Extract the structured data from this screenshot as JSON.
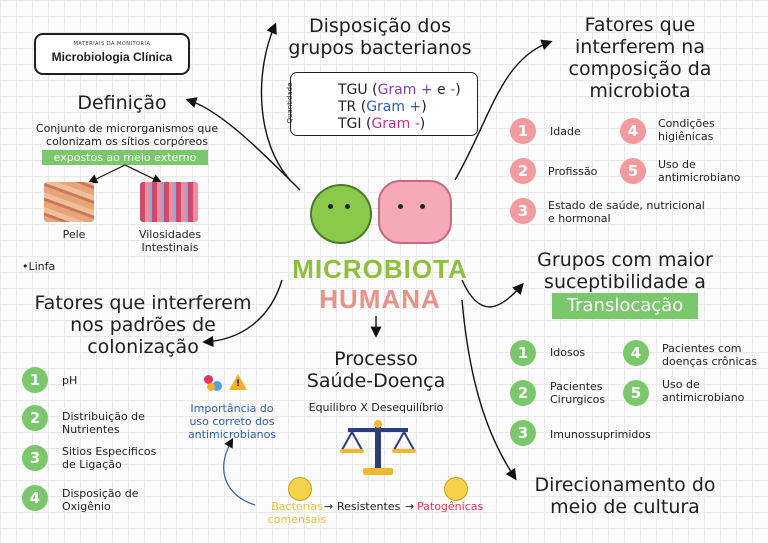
{
  "colors": {
    "green": "#7bc86c",
    "pink": "#f39a9e",
    "purple": "#7a3fb0",
    "blue": "#2e5fa8",
    "red": "#e8345a",
    "yellow": "#e6c23a"
  },
  "logo": {
    "subtitle": "MATERIAIS DA MONITORIA",
    "title": "Microbiologia Clínica"
  },
  "center": {
    "line1": "MICROBIOTA",
    "line2": "HUMANA"
  },
  "definicao": {
    "title": "Definição",
    "text": "Conjunto de microrganismos que colonizam os sítios corpóreos",
    "highlight": "expostos ao meio externo",
    "pele": "Pele",
    "vilosidades": "Vilosidades Intestinais",
    "linfa": "Linfa"
  },
  "disposicao": {
    "title_l1": "Disposição dos",
    "title_l2": "grupos bacterianos",
    "axis": "Quantidade",
    "rows": [
      {
        "code": "TGU",
        "open": " (",
        "gram": "Gram",
        "sign": " + ",
        "conj": "e",
        "neg": " -",
        "close": ")"
      },
      {
        "code": "TR",
        "open": " (",
        "gram": "Gram",
        "sign": " +",
        "conj": "",
        "neg": "",
        "close": ")"
      },
      {
        "code": "TGI",
        "open": " (",
        "gram": "Gram",
        "sign": "",
        "conj": "",
        "neg": " -",
        "close": ")"
      }
    ]
  },
  "fatores_comp": {
    "title_l1": "Fatores que",
    "title_l2": "interferem na",
    "title_l3": "composição da",
    "title_l4": "microbiota",
    "items": [
      {
        "n": "1",
        "label": "Idade"
      },
      {
        "n": "4",
        "label": "Condições higiênicas"
      },
      {
        "n": "2",
        "label": "Profissão"
      },
      {
        "n": "5",
        "label": "Uso de antimicrobiano"
      },
      {
        "n": "3",
        "label": "Estado de saúde, nutricional e hormonal"
      }
    ]
  },
  "grupos": {
    "title_l1": "Grupos com maior",
    "title_l2": "suceptibilidade a",
    "highlight": "Translocação",
    "items": [
      {
        "n": "1",
        "label": "Idosos"
      },
      {
        "n": "4",
        "label": "Pacientes com doenças crônicas"
      },
      {
        "n": "2",
        "label": "Pacientes Cirurgicos"
      },
      {
        "n": "5",
        "label": "Uso de antimicrobiano"
      },
      {
        "n": "3",
        "label": "Imunossuprimidos"
      }
    ]
  },
  "fatores_col": {
    "title_l1": "Fatores que interferem",
    "title_l2": "nos padrões de",
    "title_l3": "colonização",
    "items": [
      {
        "n": "1",
        "label": "pH"
      },
      {
        "n": "2",
        "label": "Distribuição de Nutrientes"
      },
      {
        "n": "3",
        "label": "Sitios Especificos de Ligação"
      },
      {
        "n": "4",
        "label": "Disposição de Oxigênio"
      }
    ]
  },
  "importancia": {
    "l1": "Importância do",
    "l2": "uso correto dos",
    "l3": "antimicrobianos"
  },
  "processo": {
    "title_l1": "Processo",
    "title_l2": "Saúde-Doença",
    "subtitle": "Equilibro X Desequilíbrio",
    "bacterias": "Bacterias comensais",
    "arrow": "→",
    "resistentes": "Resistentes",
    "patogenicas": "Patogênicas"
  },
  "direcionamento": {
    "title_l1": "Direcionamento do",
    "title_l2": "meio de cultura"
  }
}
